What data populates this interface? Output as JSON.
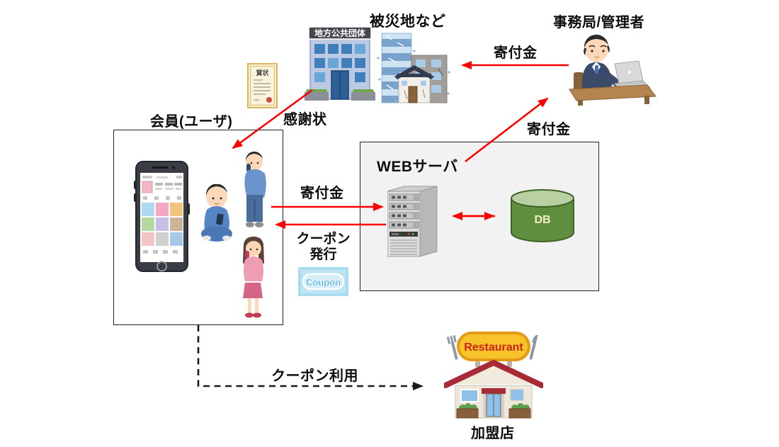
{
  "nodes": {
    "disaster": {
      "label": "被災地など",
      "building_sign": "地方公共団体"
    },
    "admin": {
      "label": "事務局/管理者"
    },
    "member": {
      "label": "会員(ユーザ)"
    },
    "server": {
      "label": "WEBサーバ",
      "db_label": "DB"
    },
    "merchant": {
      "label": "加盟店",
      "sign_text": "Restaurant"
    },
    "certificate": {
      "title": "賞状"
    },
    "coupon_badge": {
      "text": "Coupon"
    }
  },
  "edges": {
    "donation_admin_to_disaster": {
      "label": "寄付金"
    },
    "thanks_to_member": {
      "label": "感謝状"
    },
    "donation_member_to_server": {
      "label": "寄付金"
    },
    "donation_server_to_admin": {
      "label": "寄付金"
    },
    "coupon_issue": {
      "line1": "クーポン",
      "line2": "発行"
    },
    "coupon_use": {
      "label": "クーポン利用"
    }
  },
  "colors": {
    "arrow_red": "#ff0000",
    "arrow_black": "#1a1a1a",
    "server_box_bg": "#f2f2f2",
    "db_green": "#5f8f3e",
    "coupon_blue_bg": "#aadcf0",
    "coupon_text_blue": "#2e9ad6",
    "restaurant_sign_yellow": "#f8c32a",
    "restaurant_sign_text_red": "#cc2418",
    "roof_red": "#a62b35"
  }
}
